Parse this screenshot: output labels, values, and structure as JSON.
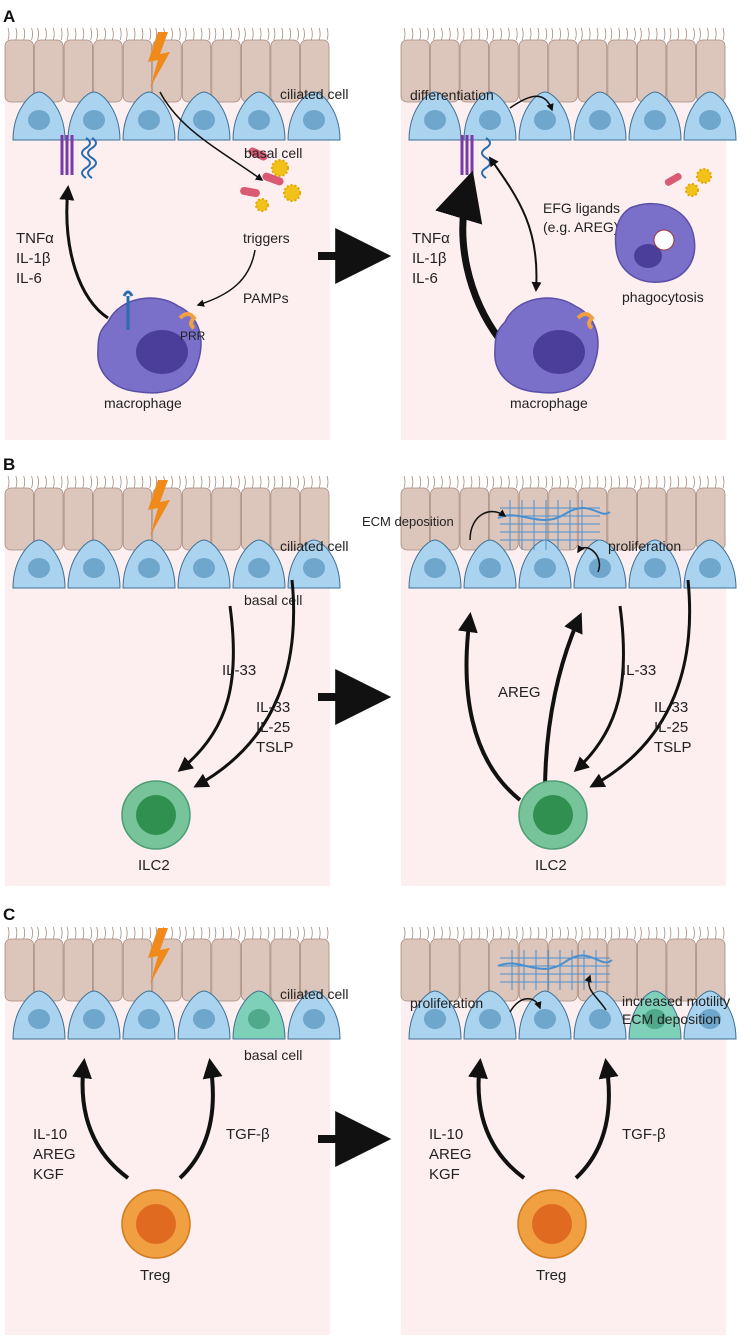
{
  "panels": {
    "A": {
      "letter": "A",
      "left": {
        "ciliated": "ciliated cell",
        "basal": "basal cell",
        "triggers": "triggers",
        "pamps": "PAMPs",
        "prr": "PRR",
        "macrophage": "macrophage",
        "cyto1": "TNFα",
        "cyto2": "IL-1β",
        "cyto3": "IL-6"
      },
      "right": {
        "differentiation": "differentiation",
        "efg1": "EFG ligands",
        "efg2": "(e.g. AREG)",
        "phagocytosis": "phagocytosis",
        "macrophage": "macrophage",
        "cyto1": "TNFα",
        "cyto2": "IL-1β",
        "cyto3": "IL-6"
      }
    },
    "B": {
      "letter": "B",
      "left": {
        "ciliated": "ciliated cell",
        "basal": "basal cell",
        "il33": "IL-33",
        "m1": "IL-33",
        "m2": "IL-25",
        "m3": "TSLP",
        "ilc2": "ILC2"
      },
      "right": {
        "ecm": "ECM deposition",
        "proliferation": "proliferation",
        "areg": "AREG",
        "il33": "IL-33",
        "m1": "IL-33",
        "m2": "IL-25",
        "m3": "TSLP",
        "ilc2": "ILC2"
      }
    },
    "C": {
      "letter": "C",
      "left": {
        "ciliated": "ciliated cell",
        "basal": "basal cell",
        "c1": "IL-10",
        "c2": "AREG",
        "c3": "KGF",
        "tgf": "TGF-β",
        "treg": "Treg"
      },
      "right": {
        "proliferation": "proliferation",
        "motility": "increased motility",
        "ecm": "ECM deposition",
        "c1": "IL-10",
        "c2": "AREG",
        "c3": "KGF",
        "tgf": "TGF-β",
        "treg": "Treg"
      }
    }
  },
  "icons": [
    "lightning-icon",
    "bacteria-icon",
    "virus-icon",
    "receptor-icon",
    "arrow-right-icon"
  ],
  "colors": {
    "background": "#fdeff0",
    "basal": "#a9d3ef",
    "ciliated": "#dcc6bb",
    "macrophage": "#7a70c9",
    "ilc2": "#77c49a",
    "treg": "#f0a040",
    "lightning": "#f08a1a",
    "bacteria": "#d95a72",
    "virus": "#f2c21a"
  }
}
